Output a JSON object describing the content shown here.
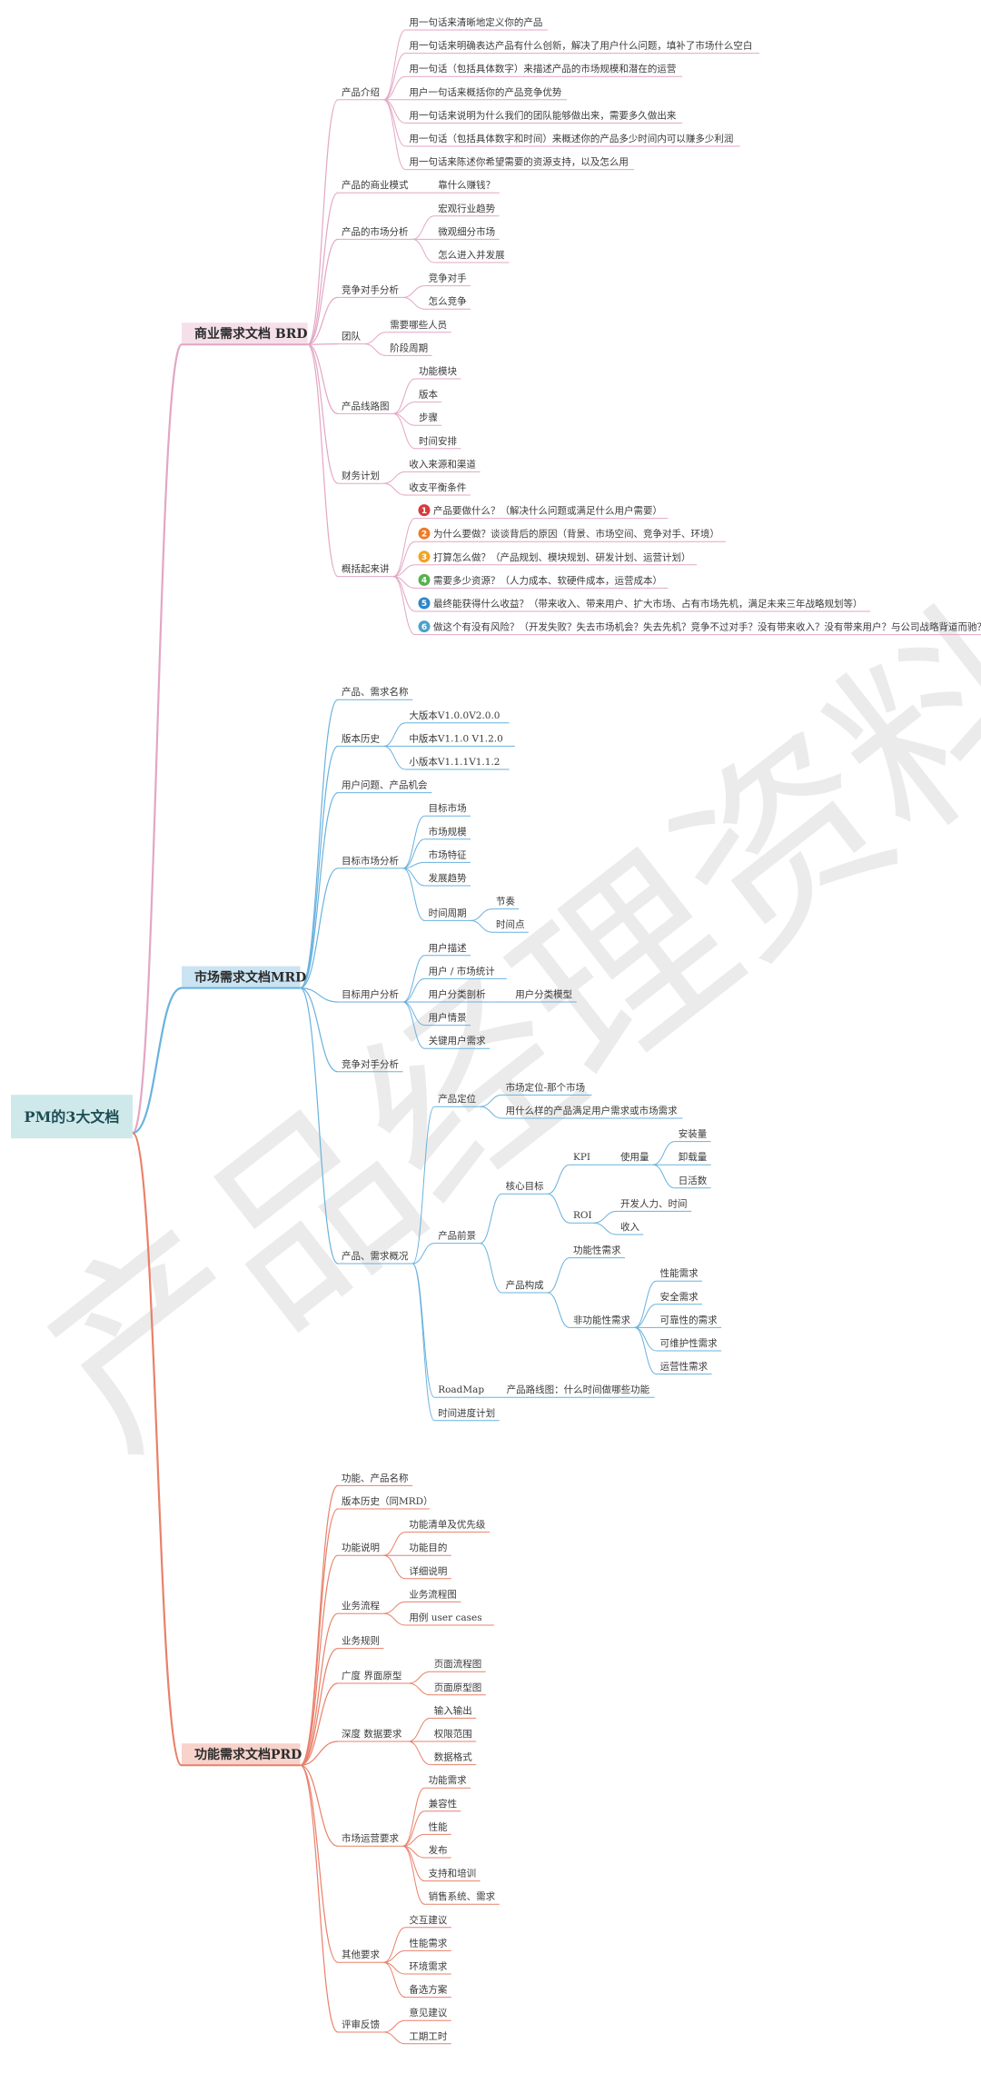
{
  "root": "PM的3大文档",
  "watermark": "产品经理资料馆",
  "colors": {
    "brd": "#e3a6c4",
    "mrd": "#69b2de",
    "prd": "#e9806a",
    "root_bg": "#cfe9ea"
  },
  "branches": [
    {
      "id": "brd",
      "label": "商业需求文档 BRD",
      "children": [
        {
          "label": "产品介绍",
          "children": [
            {
              "label": "用一句话来清晰地定义你的产品"
            },
            {
              "label": "用一句话来明确表达产品有什么创新，解决了用户什么问题，填补了市场什么空白"
            },
            {
              "label": "用一句话（包括具体数字）来描述产品的市场规模和潜在的运营"
            },
            {
              "label": "用户一句话来概括你的产品竞争优势"
            },
            {
              "label": "用一句话来说明为什么我们的团队能够做出来，需要多久做出来"
            },
            {
              "label": "用一句话（包括具体数字和时间）来概述你的产品多少时间内可以赚多少利润"
            },
            {
              "label": "用一句话来陈述你希望需要的资源支持，以及怎么用"
            }
          ]
        },
        {
          "label": "产品的商业模式",
          "children": [
            {
              "label": "靠什么赚钱？"
            }
          ]
        },
        {
          "label": "产品的市场分析",
          "children": [
            {
              "label": "宏观行业趋势"
            },
            {
              "label": "微观细分市场"
            },
            {
              "label": "怎么进入并发展"
            }
          ]
        },
        {
          "label": "竞争对手分析",
          "children": [
            {
              "label": "竞争对手"
            },
            {
              "label": "怎么竞争"
            }
          ]
        },
        {
          "label": "团队",
          "children": [
            {
              "label": "需要哪些人员"
            },
            {
              "label": "阶段周期"
            }
          ]
        },
        {
          "label": "产品线路图",
          "children": [
            {
              "label": "功能模块"
            },
            {
              "label": "版本"
            },
            {
              "label": "步骤"
            },
            {
              "label": "时间安排"
            }
          ]
        },
        {
          "label": "财务计划",
          "children": [
            {
              "label": "收入来源和渠道"
            },
            {
              "label": "收支平衡条件"
            }
          ]
        },
        {
          "label": "概括起来讲",
          "children": [
            {
              "num": "1",
              "numColor": "#d83a3a",
              "label": "产品要做什么？（解决什么问题或满足什么用户需要）"
            },
            {
              "num": "2",
              "numColor": "#ee7b2a",
              "label": "为什么要做？谈谈背后的原因（背景、市场空间、竞争对手、环境）"
            },
            {
              "num": "3",
              "numColor": "#f2a320",
              "label": "打算怎么做？（产品规划、模块规划、研发计划、运营计划）"
            },
            {
              "num": "4",
              "numColor": "#57b14f",
              "label": "需要多少资源？（人力成本、软硬件成本，运营成本）"
            },
            {
              "num": "5",
              "numColor": "#2e86c9",
              "label": "最终能获得什么收益？（带来收入、带来用户、扩大市场、占有市场先机，满足未来三年战略规划等）"
            },
            {
              "num": "6",
              "numColor": "#4aa3c9",
              "label": "做这个有没有风险？（开发失败？失去市场机会？失去先机？竞争不过对手？没有带来收入？没有带来用户？与公司战略背道而驰？）"
            }
          ]
        }
      ]
    },
    {
      "id": "mrd",
      "label": "市场需求文档MRD",
      "children": [
        {
          "label": "产品、需求名称"
        },
        {
          "label": "版本历史",
          "children": [
            {
              "label": "大版本V1.0.0V2.0.0"
            },
            {
              "label": "中版本V1.1.0 V1.2.0"
            },
            {
              "label": "小版本V1.1.1V1.1.2"
            }
          ]
        },
        {
          "label": "用户问题、产品机会"
        },
        {
          "label": "目标市场分析",
          "children": [
            {
              "label": "目标市场"
            },
            {
              "label": "市场规模"
            },
            {
              "label": "市场特征"
            },
            {
              "label": "发展趋势"
            },
            {
              "label": "时间周期",
              "children": [
                {
                  "label": "节奏"
                },
                {
                  "label": "时间点"
                }
              ]
            }
          ]
        },
        {
          "label": "目标用户分析",
          "children": [
            {
              "label": "用户描述"
            },
            {
              "label": "用户 / 市场统计"
            },
            {
              "label": "用户分类剖析",
              "children": [
                {
                  "label": "用户分类模型"
                }
              ]
            },
            {
              "label": "用户情景"
            },
            {
              "label": "关键用户需求"
            }
          ]
        },
        {
          "label": "竞争对手分析"
        },
        {
          "label": "产品、需求概况",
          "children": [
            {
              "label": "产品定位",
              "children": [
                {
                  "label": "市场定位-那个市场"
                },
                {
                  "label": "用什么样的产品满足用户需求或市场需求"
                }
              ]
            },
            {
              "label": "产品前景",
              "children": [
                {
                  "label": "核心目标",
                  "children": [
                    {
                      "label": "KPI",
                      "children": [
                        {
                          "label": "使用量",
                          "children": [
                            {
                              "label": "安装量"
                            },
                            {
                              "label": "卸载量"
                            },
                            {
                              "label": "日活数"
                            }
                          ]
                        }
                      ]
                    },
                    {
                      "label": "ROI",
                      "children": [
                        {
                          "label": "开发人力、时间"
                        },
                        {
                          "label": "收入"
                        }
                      ]
                    }
                  ]
                },
                {
                  "label": "产品构成",
                  "children": [
                    {
                      "label": "功能性需求"
                    },
                    {
                      "label": "非功能性需求",
                      "children": [
                        {
                          "label": "性能需求"
                        },
                        {
                          "label": "安全需求"
                        },
                        {
                          "label": "可靠性的需求"
                        },
                        {
                          "label": "可维护性需求"
                        },
                        {
                          "label": "运营性需求"
                        }
                      ]
                    }
                  ]
                }
              ]
            },
            {
              "label": "RoadMap",
              "children": [
                {
                  "label": "产品路线图：什么时间做哪些功能"
                }
              ]
            },
            {
              "label": "时间进度计划"
            }
          ]
        }
      ]
    },
    {
      "id": "prd",
      "label": "功能需求文档PRD",
      "children": [
        {
          "label": "功能、产品名称"
        },
        {
          "label": "版本历史（同MRD）"
        },
        {
          "label": "功能说明",
          "children": [
            {
              "label": "功能清单及优先级"
            },
            {
              "label": "功能目的"
            },
            {
              "label": "详细说明"
            }
          ]
        },
        {
          "label": "业务流程",
          "children": [
            {
              "label": "业务流程图"
            },
            {
              "label": "用例 user cases"
            }
          ]
        },
        {
          "label": "业务规则"
        },
        {
          "label": "广度 界面原型",
          "children": [
            {
              "label": "页面流程图"
            },
            {
              "label": "页面原型图"
            }
          ]
        },
        {
          "label": "深度 数据要求",
          "children": [
            {
              "label": "输入输出"
            },
            {
              "label": "权限范围"
            },
            {
              "label": "数据格式"
            }
          ]
        },
        {
          "label": "市场运营要求",
          "children": [
            {
              "label": "功能需求"
            },
            {
              "label": "兼容性"
            },
            {
              "label": "性能"
            },
            {
              "label": "发布"
            },
            {
              "label": "支持和培训"
            },
            {
              "label": "销售系统、需求"
            }
          ]
        },
        {
          "label": "其他要求",
          "children": [
            {
              "label": "交互建议"
            },
            {
              "label": "性能需求"
            },
            {
              "label": "环境需求"
            },
            {
              "label": "备选方案"
            }
          ]
        },
        {
          "label": "评审反馈",
          "children": [
            {
              "label": "意见建议"
            },
            {
              "label": "工期工时"
            }
          ]
        }
      ]
    }
  ]
}
